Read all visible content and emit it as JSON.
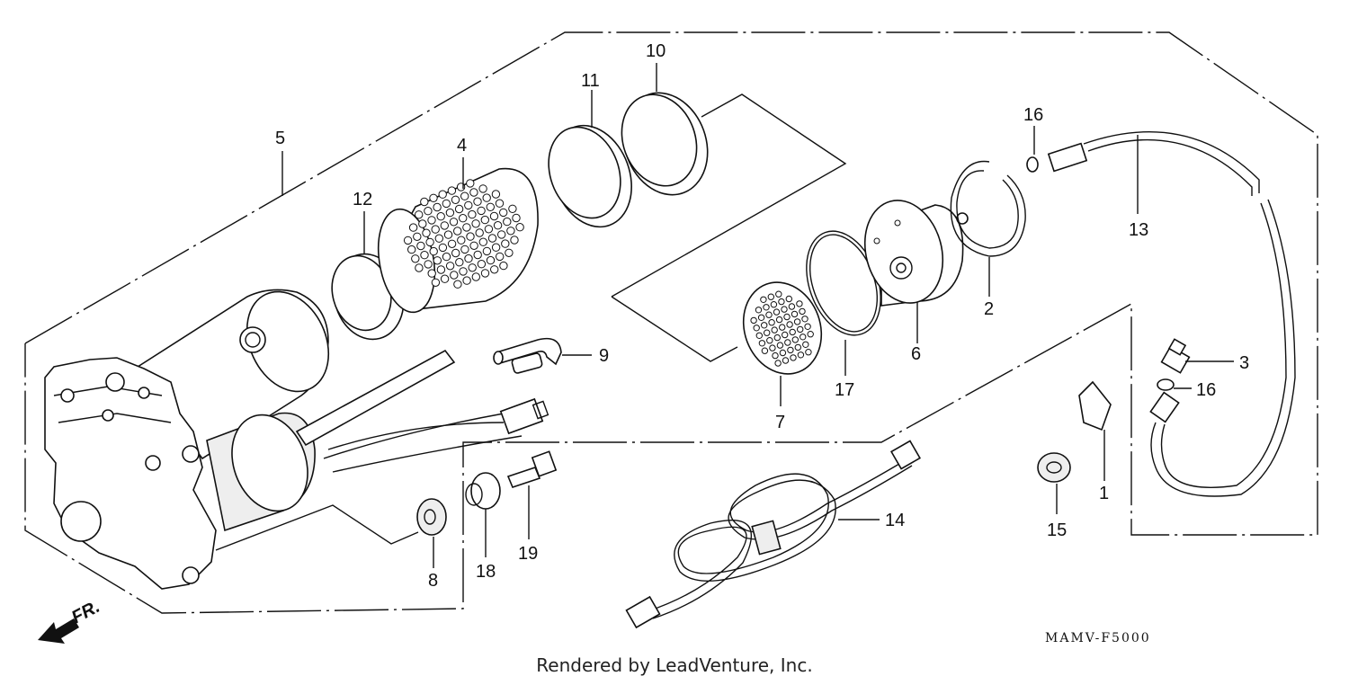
{
  "diagram": {
    "code": "MAMV-F5000",
    "credit": "Rendered by LeadVenture, Inc.",
    "orientation_label": "FR.",
    "callouts": [
      {
        "id": "c1",
        "label": "1"
      },
      {
        "id": "c2",
        "label": "2"
      },
      {
        "id": "c3",
        "label": "3"
      },
      {
        "id": "c4",
        "label": "4"
      },
      {
        "id": "c5",
        "label": "5"
      },
      {
        "id": "c6",
        "label": "6"
      },
      {
        "id": "c7",
        "label": "7"
      },
      {
        "id": "c8",
        "label": "8"
      },
      {
        "id": "c9",
        "label": "9"
      },
      {
        "id": "c10",
        "label": "10"
      },
      {
        "id": "c11",
        "label": "11"
      },
      {
        "id": "c12",
        "label": "12"
      },
      {
        "id": "c13",
        "label": "13"
      },
      {
        "id": "c14",
        "label": "14"
      },
      {
        "id": "c15",
        "label": "15"
      },
      {
        "id": "c16a",
        "label": "16"
      },
      {
        "id": "c16b",
        "label": "16"
      },
      {
        "id": "c17",
        "label": "17"
      },
      {
        "id": "c18",
        "label": "18"
      },
      {
        "id": "c19",
        "label": "19"
      }
    ]
  }
}
